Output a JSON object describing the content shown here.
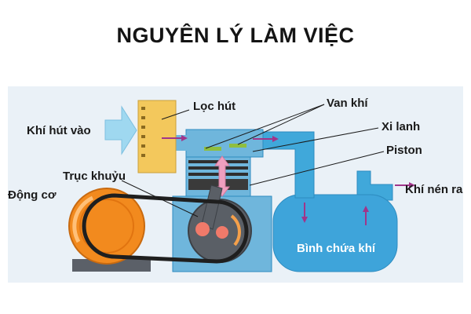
{
  "title": "NGUYÊN LÝ LÀM VIỆC",
  "labels": {
    "intake_air": "Khí hút vào",
    "intake_filter": "Lọc hút",
    "valves": "Van khí",
    "cylinder": "Xi lanh",
    "piston": "Piston",
    "crankshaft": "Trục khuỷu",
    "motor": "Động cơ",
    "outlet_air": "Khí nén ra",
    "tank": "Bình chứa khí"
  },
  "colors": {
    "background_panel": "#eaf1f7",
    "cylinder_blue": "#6fb6dc",
    "pipe_blue": "#40a8da",
    "tank_blue": "#3ea4da",
    "filter_yellow": "#f3c85c",
    "motor_orange": "#f28a1e",
    "air_arrow": "#9fd8f0",
    "flow_arrow": "#a0358a",
    "piston_arrow": "#ef9fbf",
    "piston_dark": "#2f2f2f",
    "valve_green": "#8fbf3f"
  },
  "icons": [
    "intake-arrow-icon",
    "filter-icon",
    "motor-icon",
    "crank-icon",
    "flow-arrow-icon"
  ]
}
